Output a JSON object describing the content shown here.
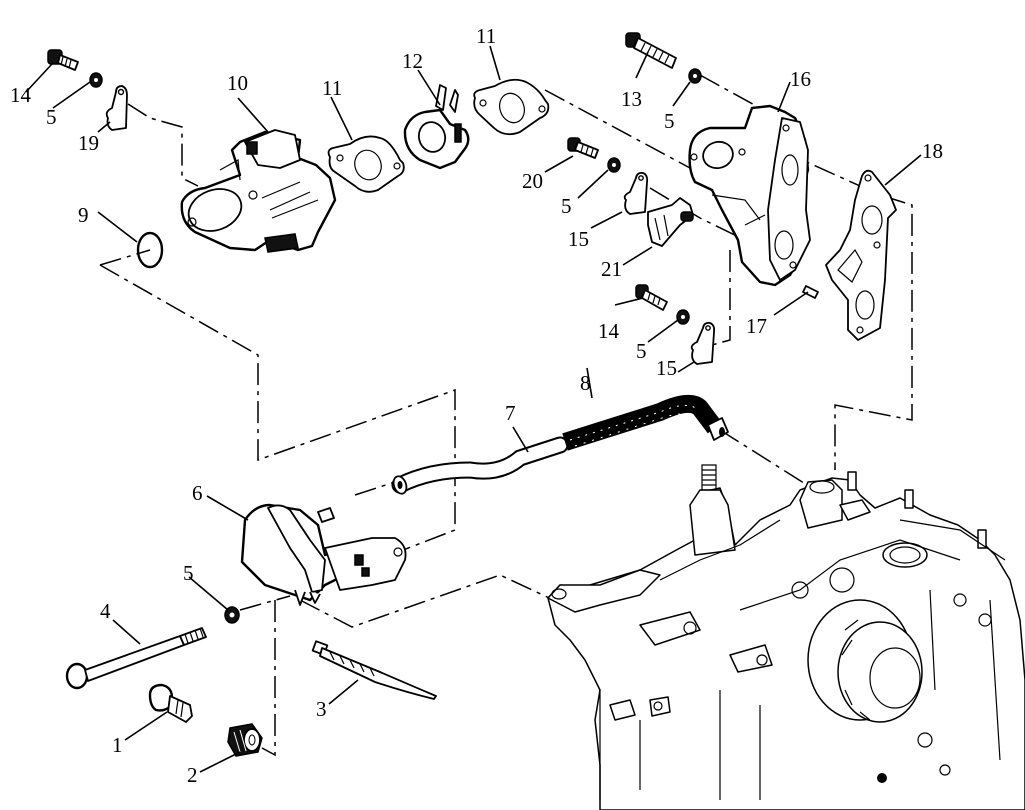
{
  "diagram": {
    "type": "exploded-parts-diagram",
    "subject": "fuel / intake assembly mounted on engine block",
    "line_color": "#000000",
    "background": "#ffffff"
  },
  "callouts": [
    {
      "id": "c1",
      "label": "1"
    },
    {
      "id": "c2",
      "label": "2"
    },
    {
      "id": "c3",
      "label": "3"
    },
    {
      "id": "c4",
      "label": "4"
    },
    {
      "id": "c5a",
      "label": "5"
    },
    {
      "id": "c5b",
      "label": "5"
    },
    {
      "id": "c5c",
      "label": "5"
    },
    {
      "id": "c5d",
      "label": "5"
    },
    {
      "id": "c5e",
      "label": "5"
    },
    {
      "id": "c6",
      "label": "6"
    },
    {
      "id": "c7",
      "label": "7"
    },
    {
      "id": "c8",
      "label": "8"
    },
    {
      "id": "c9",
      "label": "9"
    },
    {
      "id": "c10",
      "label": "10"
    },
    {
      "id": "c11a",
      "label": "11"
    },
    {
      "id": "c11b",
      "label": "11"
    },
    {
      "id": "c12",
      "label": "12"
    },
    {
      "id": "c13",
      "label": "13"
    },
    {
      "id": "c14a",
      "label": "14"
    },
    {
      "id": "c14b",
      "label": "14"
    },
    {
      "id": "c15a",
      "label": "15"
    },
    {
      "id": "c15b",
      "label": "15"
    },
    {
      "id": "c16",
      "label": "16"
    },
    {
      "id": "c17",
      "label": "17"
    },
    {
      "id": "c18",
      "label": "18"
    },
    {
      "id": "c19",
      "label": "19"
    },
    {
      "id": "c20",
      "label": "20"
    },
    {
      "id": "c21",
      "label": "21"
    }
  ]
}
